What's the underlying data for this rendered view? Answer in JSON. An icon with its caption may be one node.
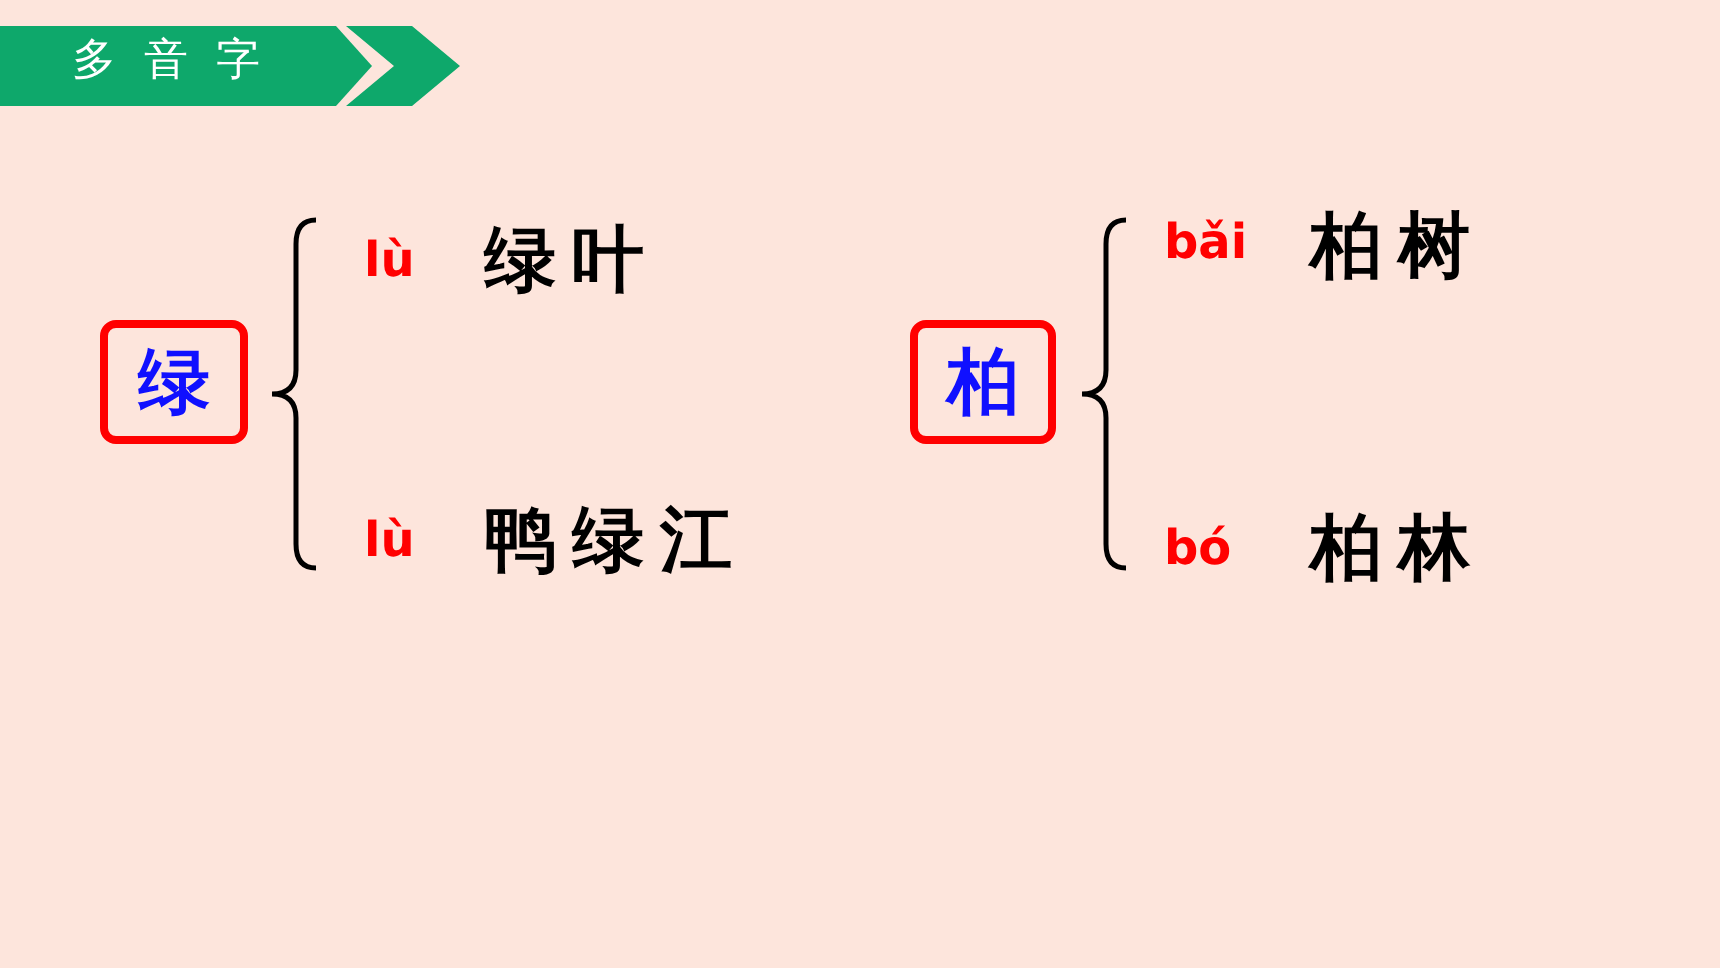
{
  "diagram": {
    "title": "多音字",
    "nodes": [
      {
        "text": [
          "绿"
        ]
      },
      {
        "text": [
          "柏"
        ]
      }
    ],
    "edges": [],
    "labels": [
      "lù",
      "绿叶",
      "bǎi",
      "柏树",
      "lù",
      "鸭绿江",
      "bó",
      "柏林"
    ]
  }
}
